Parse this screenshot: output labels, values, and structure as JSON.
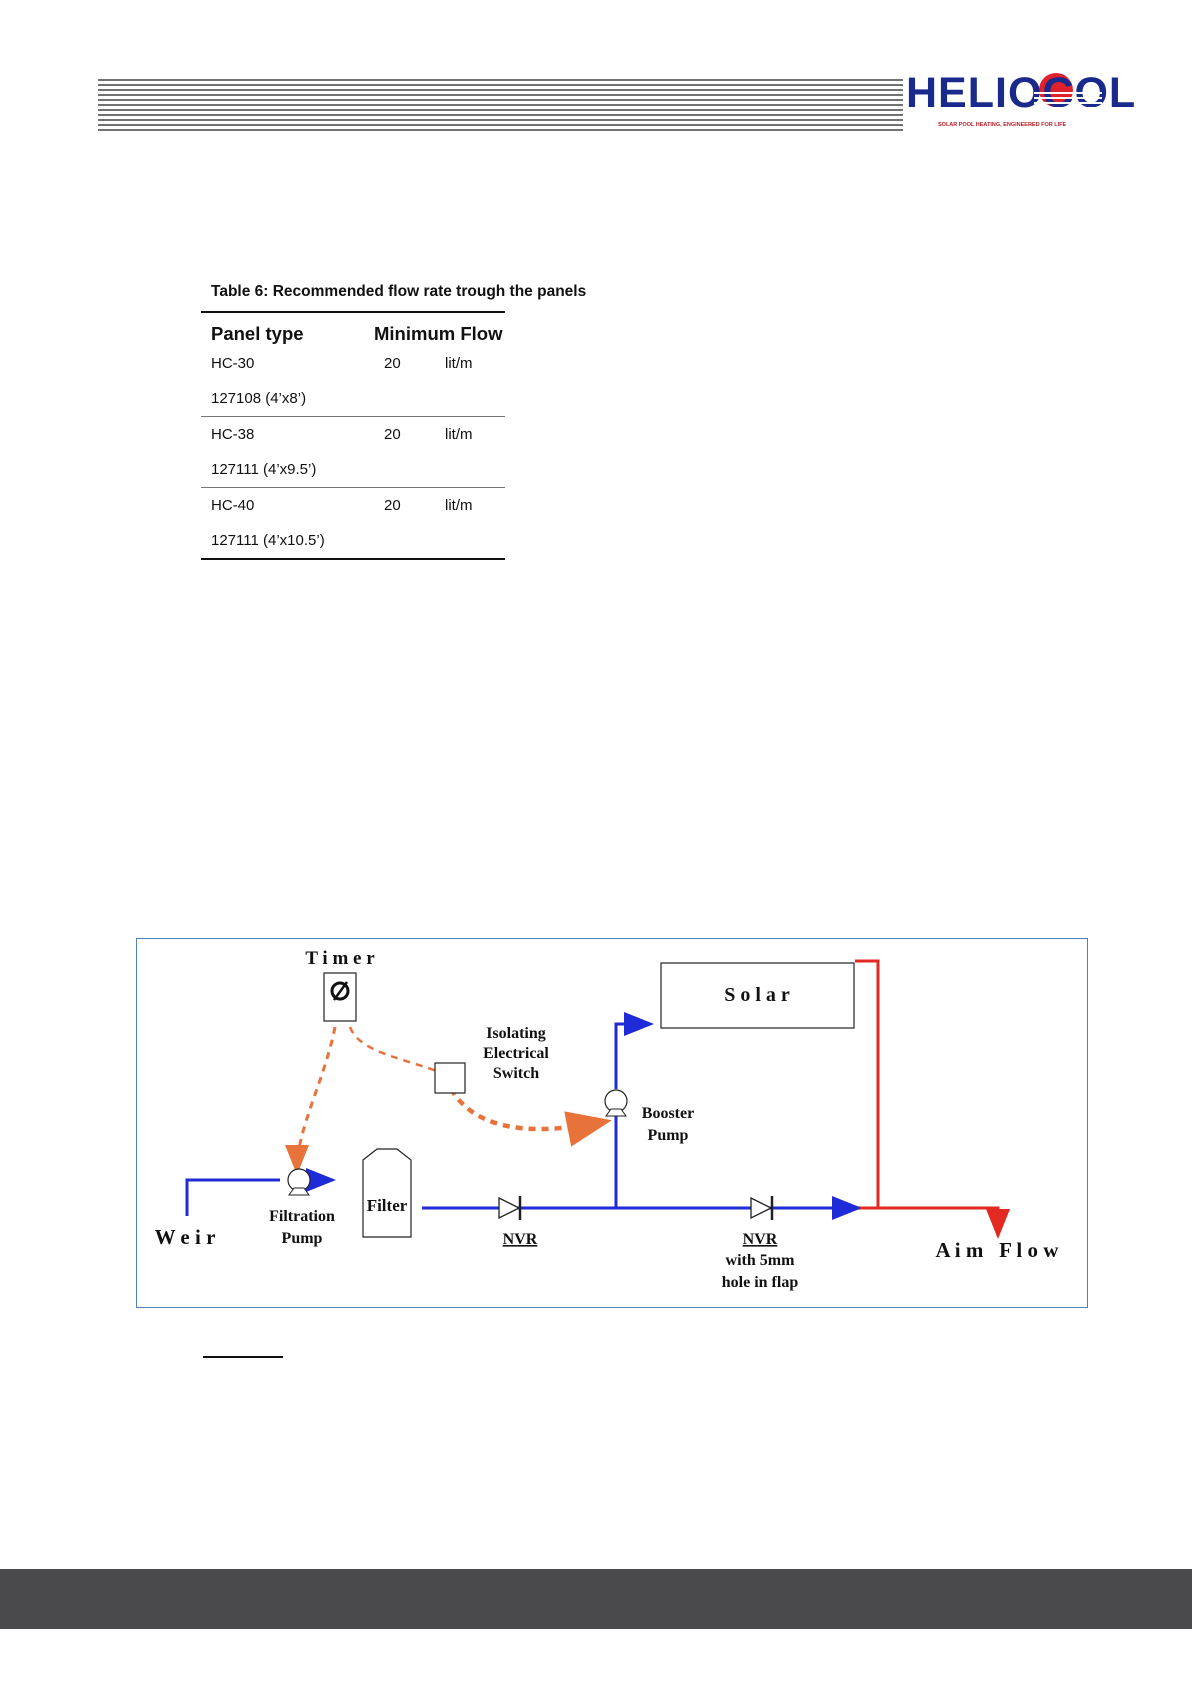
{
  "header": {
    "logo_text": "HELIOCOL",
    "logo_tagline": "SOLAR POOL HEATING, ENGINEERED FOR LIFE"
  },
  "table": {
    "caption": "Table 6:  Recommended flow rate trough the panels",
    "col_panel_type": "Panel type",
    "col_min_flow": "Minimum Flow",
    "rows": [
      {
        "panel": "HC-30",
        "value": "20",
        "unit": "lit/m",
        "size": "127108 (4’x8’)"
      },
      {
        "panel": "HC-38",
        "value": "20",
        "unit": "lit/m",
        "size": "127111 (4’x9.5’)"
      },
      {
        "panel": "HC-40",
        "value": "20",
        "unit": "lit/m",
        "size": "127111 (4’x10.5’)"
      }
    ]
  },
  "diagram": {
    "timer": "T i m e r",
    "solar": "S o l a r",
    "isolating_line1": "Isolating",
    "isolating_line2": "Electrical",
    "isolating_line3": "Switch",
    "booster_line1": "Booster",
    "booster_line2": "Pump",
    "filtration_line1": "Filtration",
    "filtration_line2": "Pump",
    "filter": "Filter",
    "weir": "W e i r",
    "nvr1": "NVR",
    "nvr2": "NVR",
    "nvr2_line2": "with 5mm",
    "nvr2_line3": "hole in flap",
    "aim_flow": "A i m   F l o w",
    "colors": {
      "cold": "#1f2bd6",
      "hot": "#e32a22",
      "control": "#e8733a"
    }
  }
}
